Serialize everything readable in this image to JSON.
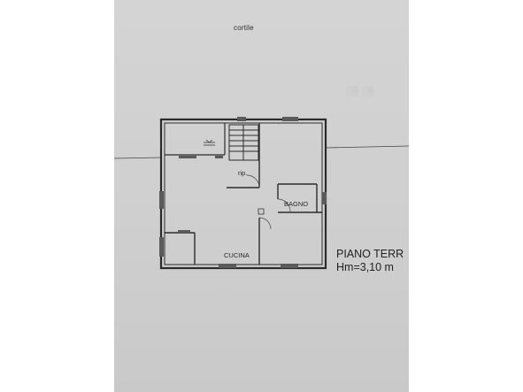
{
  "plan": {
    "outside_label": "cortile",
    "rooms": {
      "rip": "rip.",
      "bathroom": "BAGNO",
      "kitchen": "CUCINA"
    },
    "floor_title": "PIANO TERR",
    "height_note": "Hm=3,10 m"
  },
  "colors": {
    "page_background": "#ffffff",
    "paper": "#d2d2d2",
    "wall": "#2b2b2b"
  }
}
